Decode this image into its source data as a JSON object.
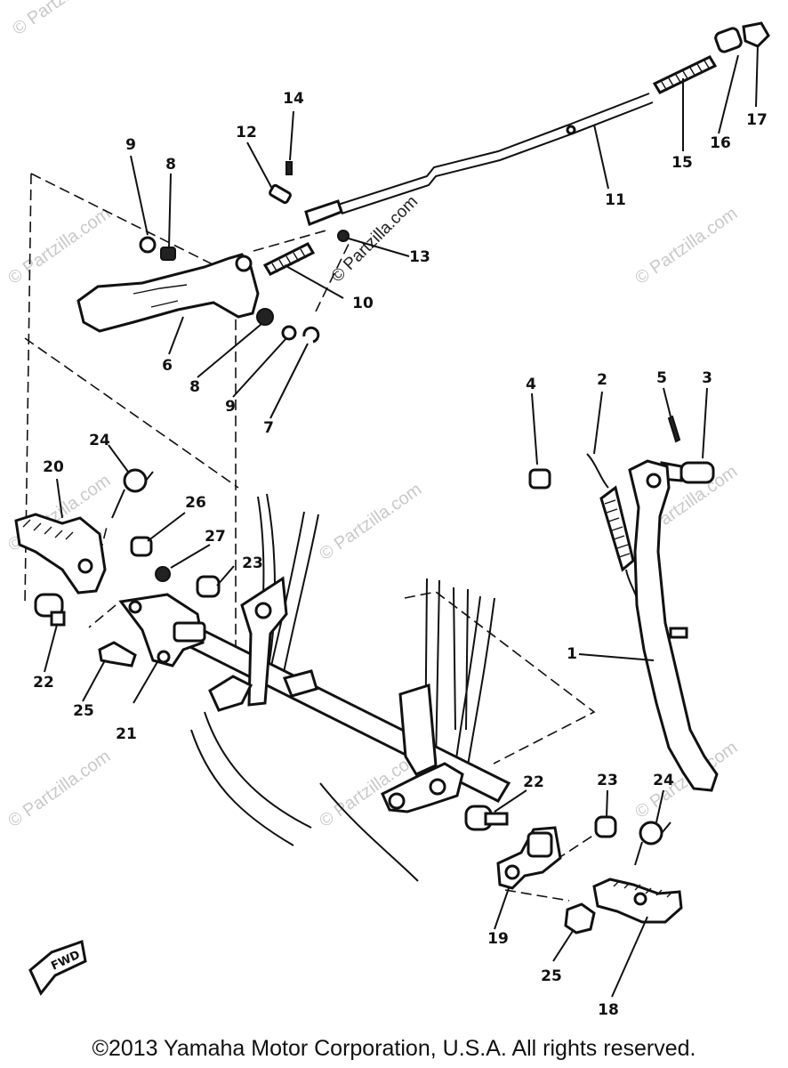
{
  "callouts": [
    "1",
    "2",
    "3",
    "4",
    "5",
    "6",
    "7",
    "8",
    "8",
    "9",
    "9",
    "10",
    "11",
    "12",
    "13",
    "14",
    "15",
    "16",
    "17",
    "18",
    "19",
    "20",
    "21",
    "22",
    "22",
    "23",
    "23",
    "24",
    "24",
    "25",
    "25",
    "26",
    "27"
  ],
  "watermark": "© Partzilla.com",
  "direction_marker": "FWD",
  "copyright": "©2013 Yamaha Motor Corporation, U.S.A. All rights reserved."
}
